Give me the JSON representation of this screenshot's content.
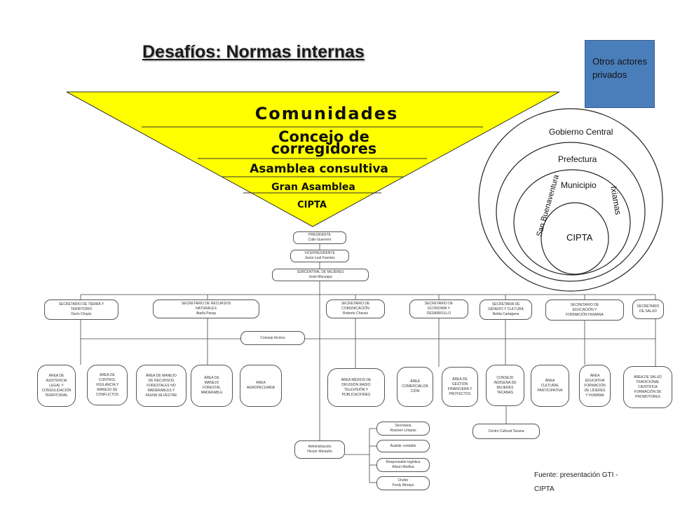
{
  "title": {
    "part1": "Desafíos: ",
    "part2": "Normas internas"
  },
  "otros_box": "Otros actores privados",
  "pyramid": {
    "layers": [
      "Comunidades",
      "Concejo de corregidores",
      "Asamblea consultiva",
      "Gran Asamblea",
      "CIPTA"
    ],
    "concejo_line1": "Concejo de",
    "concejo_line2": "corregidores",
    "color": "#ffff00"
  },
  "circles": {
    "labels": [
      "Gobierno Central",
      "Prefectura",
      "Municipio",
      "CIPTA",
      "San Buenaventura",
      "Ixiamas"
    ]
  },
  "org": {
    "presidente": [
      "PRESIDENTE",
      "Calin Guerrero"
    ],
    "vicepresidente": [
      "VICEPRESIDENTE",
      "Jesús Leal Fuentes"
    ],
    "subcentral": [
      "SUBCENTRAL DE MUJERES",
      "Josie Macuapa"
    ],
    "secretarios": [
      [
        "SECRETARIO DE TIERRA Y",
        "TERRITORIO",
        "Darío Chupiz"
      ],
      [
        "SECRETARIO DE RECURSOS",
        "NATURALES",
        "Ataña Pasay"
      ],
      [
        "SECRETARIO DE",
        "COMUNICACIÓN",
        "Roberto Chavez"
      ],
      [
        "SECRETARIO DE",
        "ECONOMÍA Y",
        "DESARROLLO"
      ],
      [
        "SECRETARIA DE",
        "GÉNERO Y CULTURA",
        "Nelda Cartagena"
      ],
      [
        "SECRETARIO DE",
        "EDUCACIÓN Y",
        "FORMACIÓN HUMANA"
      ],
      [
        "SECRETARIO",
        "DE SALUD"
      ]
    ],
    "consejo_tecnico": "Consejo técnico",
    "areas": [
      [
        "ÁREA DE",
        "ASISTENCIA",
        "LEGAL Y",
        "CONSOLIDACIÓN",
        "TERRITORIAL"
      ],
      [
        "ÁREA DE",
        "CONTROL",
        "VIGILANCIA Y",
        "MANEJO DE",
        "CONFLICTOS"
      ],
      [
        "ÁREA DE MANEJO",
        "DE RECURSOS",
        "FORESTALES NO",
        "MADERABLES Y",
        "FAUNA SILVESTRE"
      ],
      [
        "ÁREA DE",
        "MANEJO",
        "FORESTAL",
        "MADERABLE"
      ],
      [
        "ÁREA",
        "AGROPECUARIA"
      ],
      [
        "ÁREA MEDIOS DE",
        "DIFUSIÓN RADIO",
        "TELEVISIÓN Y",
        "PUBLICACIONES"
      ],
      [
        "ÁREA",
        "COMERCIALIZA",
        "CIÓN"
      ],
      [
        "ÁREA DE",
        "GESTIÓN",
        "FINANCIERA Y",
        "PROYECTOS"
      ],
      [
        "CONSEJO",
        "INDÍGENA DE",
        "MUJERES",
        "TACANAS"
      ],
      [
        "ÁREA",
        "CULTURAL",
        "PARTICIPATIVA"
      ],
      [
        "ÁREA",
        "EDUCATIVA",
        "FORMACIÓN",
        "DE LÍDERES",
        "Y HUMANA"
      ],
      [
        "ÁREA DE SALUD",
        "TRADICIONAL",
        "CIENTÍFICA",
        "FORMACIÓN DE",
        "PROMOTORES"
      ]
    ],
    "centro_cultural": "Centro Cultural Tacana",
    "administracion": [
      "Administración",
      "Hector Montaño"
    ],
    "staff": [
      [
        "Secretaria",
        "Rosmeri Limpias"
      ],
      [
        "Auxiliar contable"
      ],
      [
        "Responsable logística",
        "Alison Medina"
      ],
      [
        "Chofer",
        "Fredy Morayo"
      ]
    ]
  },
  "source": "Fuente: presentación GTI - CIPTA"
}
